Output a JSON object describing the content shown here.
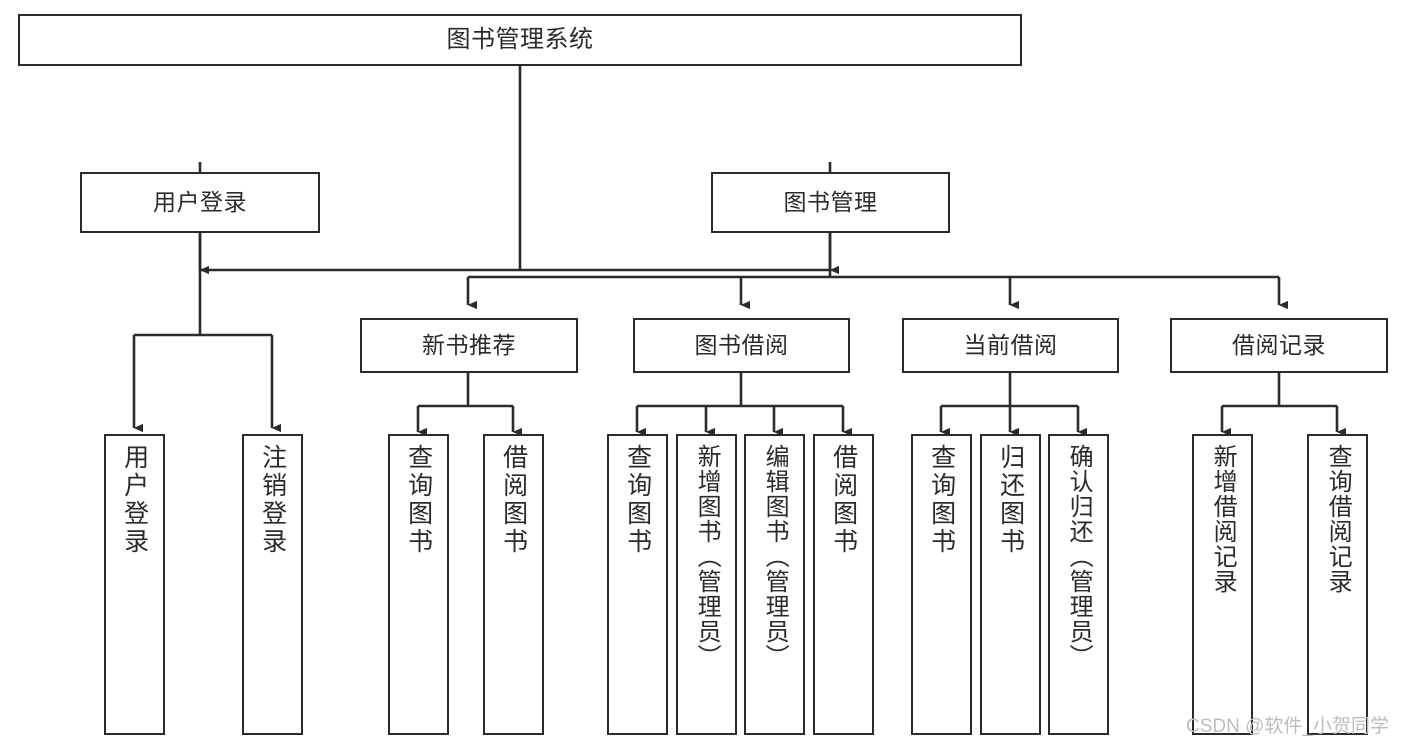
{
  "diagram": {
    "type": "tree",
    "title": "图书管理系统",
    "orientation": "top-down",
    "colors": {
      "background": "#ffffff",
      "node_border": "#2b2b2b",
      "node_fill": "#ffffff",
      "edge": "#2b2b2b",
      "text": "#2b2b2b",
      "watermark": "#bdbdbd"
    },
    "nodes": {
      "root": {
        "label": "图书管理系统"
      },
      "level1": [
        {
          "id": "user-login",
          "label": "用户登录"
        },
        {
          "id": "book-manage",
          "label": "图书管理"
        }
      ],
      "level2": [
        {
          "id": "new-book-rec",
          "label": "新书推荐"
        },
        {
          "id": "book-borrow",
          "label": "图书借阅"
        },
        {
          "id": "current-borrow",
          "label": "当前借阅"
        },
        {
          "id": "borrow-record",
          "label": "借阅记录"
        }
      ],
      "leaves": {
        "user_login": [
          {
            "id": "leaf-user-login",
            "label": "用户登录"
          },
          {
            "id": "leaf-user-logout",
            "label": "注销登录"
          }
        ],
        "new_book_rec": [
          {
            "id": "leaf-query-book-1",
            "label": "查询图书"
          },
          {
            "id": "leaf-borrow-book-1",
            "label": "借阅图书"
          }
        ],
        "book_borrow": [
          {
            "id": "leaf-query-book-2",
            "label": "查询图书"
          },
          {
            "id": "leaf-add-book",
            "label": "新增图书（管理员）"
          },
          {
            "id": "leaf-edit-book",
            "label": "编辑图书（管理员）"
          },
          {
            "id": "leaf-borrow-book-2",
            "label": "借阅图书"
          }
        ],
        "current_borrow": [
          {
            "id": "leaf-query-book-3",
            "label": "查询图书"
          },
          {
            "id": "leaf-return-book",
            "label": "归还图书"
          },
          {
            "id": "leaf-confirm-return",
            "label": "确认归还（管理员）"
          }
        ],
        "borrow_record": [
          {
            "id": "leaf-add-record",
            "label": "新增借阅记录"
          },
          {
            "id": "leaf-query-record",
            "label": "查询借阅记录"
          }
        ]
      }
    }
  },
  "watermark": {
    "text": "CSDN @软件_小贺同学"
  }
}
